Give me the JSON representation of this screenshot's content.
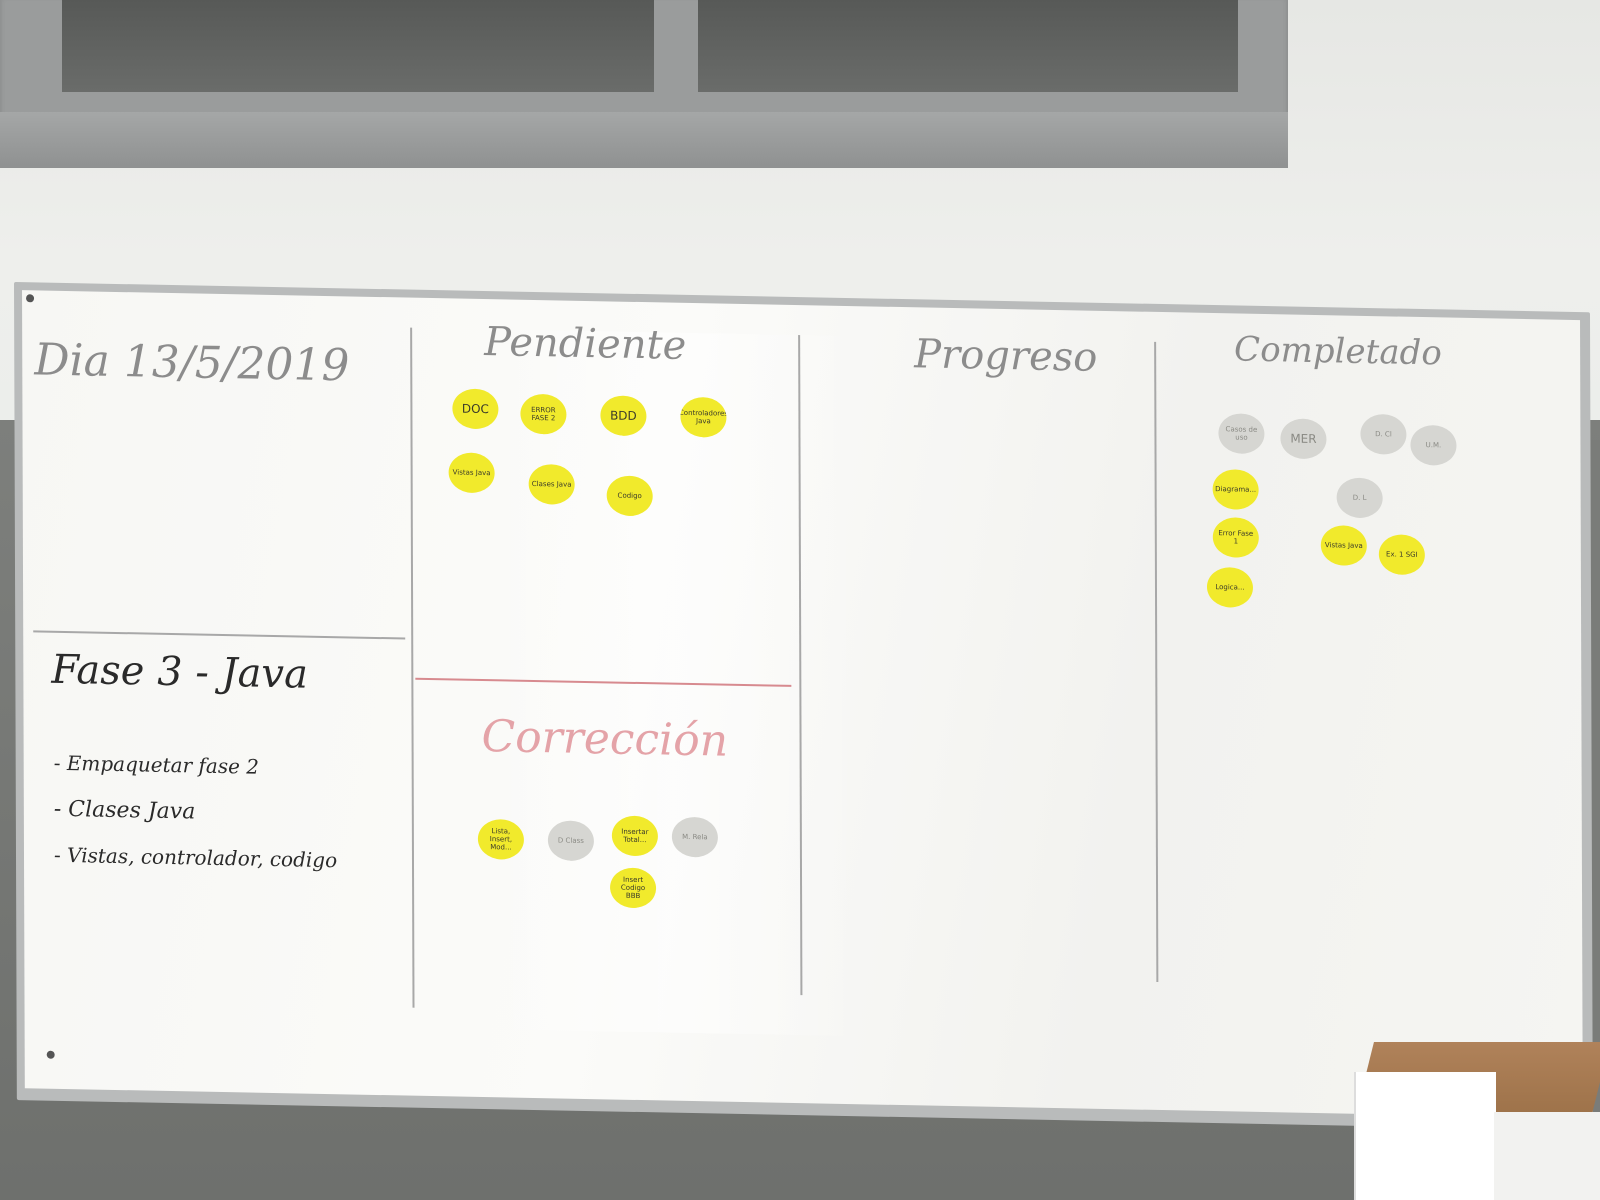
{
  "board": {
    "date": "Dia 13/5/2019",
    "columns": {
      "pending": "Pendiente",
      "progress": "Progreso",
      "done": "Completado",
      "correction": "Corrección"
    },
    "phase": {
      "title": "Fase 3 - Java",
      "items": [
        "- Empaquetar fase 2",
        "- Clases Java",
        "- Vistas, controlador, codigo"
      ]
    },
    "notes": {
      "pending": [
        "DOC",
        "ERROR FASE 2",
        "BDD",
        "Controladores Java",
        "Vistas Java",
        "Clases Java",
        "Codigo"
      ],
      "correction": [
        "Lista, Insert, Mod...",
        "D Class",
        "Insertar Total...",
        "M. Rela",
        "Insert Codigo BBB"
      ],
      "done": [
        "Casos de uso",
        "MER",
        "D. Cl",
        "U.M.",
        "Diagrama...",
        "D. L",
        "Error Fase 1",
        "Vistas Java",
        "Logica...",
        "Ex. 1 SGI"
      ]
    }
  },
  "colors": {
    "sticky_yellow": "#f1ea2c",
    "sticky_grey": "#d6d6d2",
    "marker_red": "#d78a8f"
  }
}
